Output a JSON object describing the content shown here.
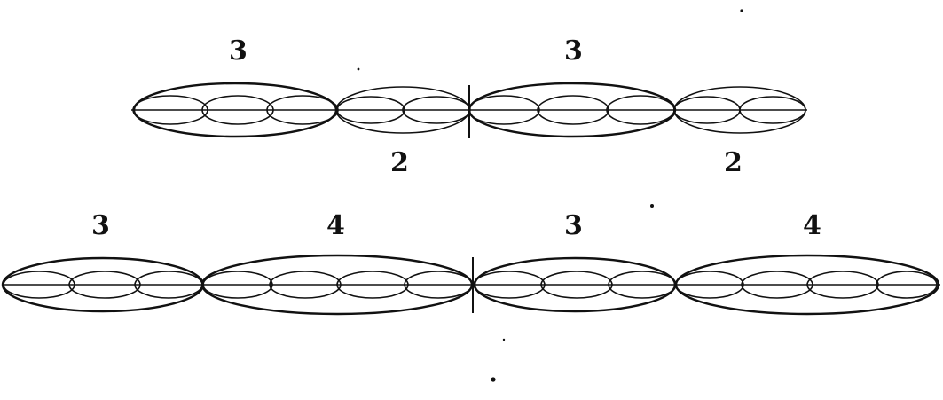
{
  "rows": [
    {
      "groups": [
        {
          "count": "3",
          "label_position": "above"
        },
        {
          "count": "2",
          "label_position": "below"
        },
        {
          "count": "3",
          "label_position": "above"
        },
        {
          "count": "2",
          "label_position": "below"
        }
      ]
    },
    {
      "groups": [
        {
          "count": "3",
          "label_position": "above"
        },
        {
          "count": "4",
          "label_position": "above"
        },
        {
          "count": "3",
          "label_position": "above"
        },
        {
          "count": "4",
          "label_position": "above"
        }
      ]
    }
  ],
  "colors": {
    "ink": "#111111",
    "paper": "#ffffff"
  }
}
